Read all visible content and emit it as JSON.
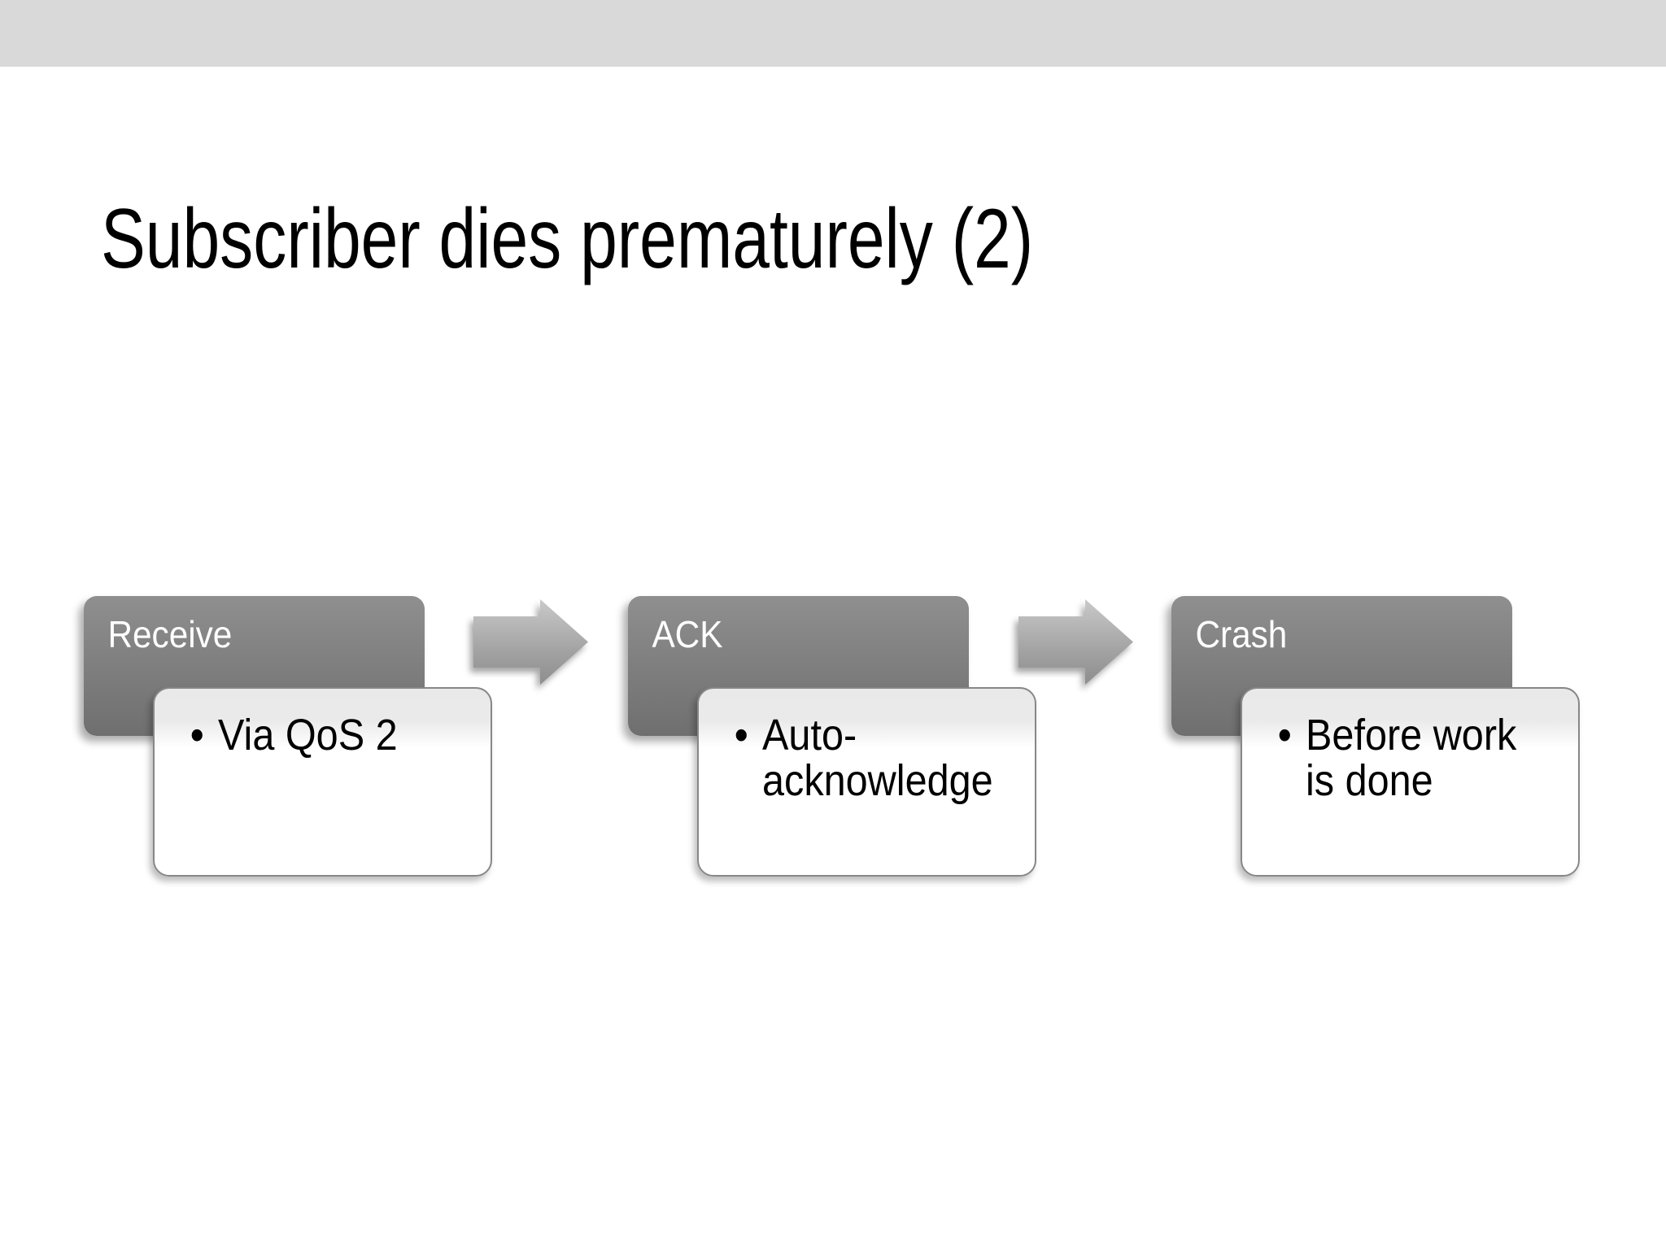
{
  "slide": {
    "title": "Subscriber dies prematurely (2)",
    "diagram": {
      "type": "process-flow",
      "steps": [
        {
          "label": "Receive",
          "bullets": [
            "Via QoS 2"
          ]
        },
        {
          "label": "ACK",
          "bullets": [
            "Auto-acknowledge"
          ]
        },
        {
          "label": "Crash",
          "bullets": [
            "Before work is done"
          ]
        }
      ],
      "connector_icon": "arrow-right-icon"
    },
    "colors": {
      "top_bar": "#d9d9d9",
      "step_header_fill_top": "#8f8f8f",
      "step_header_fill_bottom": "#6f6f6f",
      "step_header_text": "#ffffff",
      "content_card_band": "#e9e9e9",
      "content_card_fill": "#ffffff",
      "content_card_border": "#878787",
      "arrow_fill_top": "#c9c9c9",
      "arrow_fill_bottom": "#8d8d8d",
      "title_text": "#000000",
      "body_text": "#000000"
    }
  }
}
